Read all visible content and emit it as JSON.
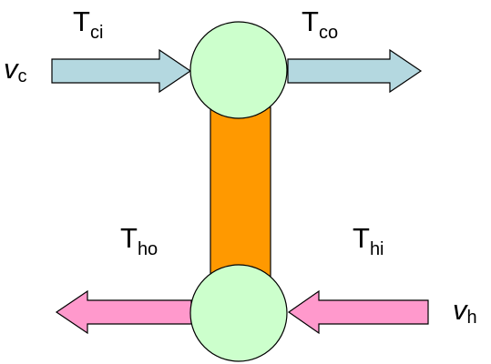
{
  "colors": {
    "cold_stream": "#b4d8e0",
    "hot_stream": "#ff99cc",
    "exchanger_body": "#ff9900",
    "node_fill": "#ccffcc",
    "stroke": "#000000"
  },
  "labels": {
    "t_ci": {
      "main": "T",
      "sub": "ci"
    },
    "t_co": {
      "main": "T",
      "sub": "co"
    },
    "t_ho": {
      "main": "T",
      "sub": "ho"
    },
    "t_hi": {
      "main": "T",
      "sub": "hi"
    },
    "v_c": {
      "main": "v",
      "sub": "c"
    },
    "v_h": {
      "main": "v",
      "sub": "h"
    }
  }
}
